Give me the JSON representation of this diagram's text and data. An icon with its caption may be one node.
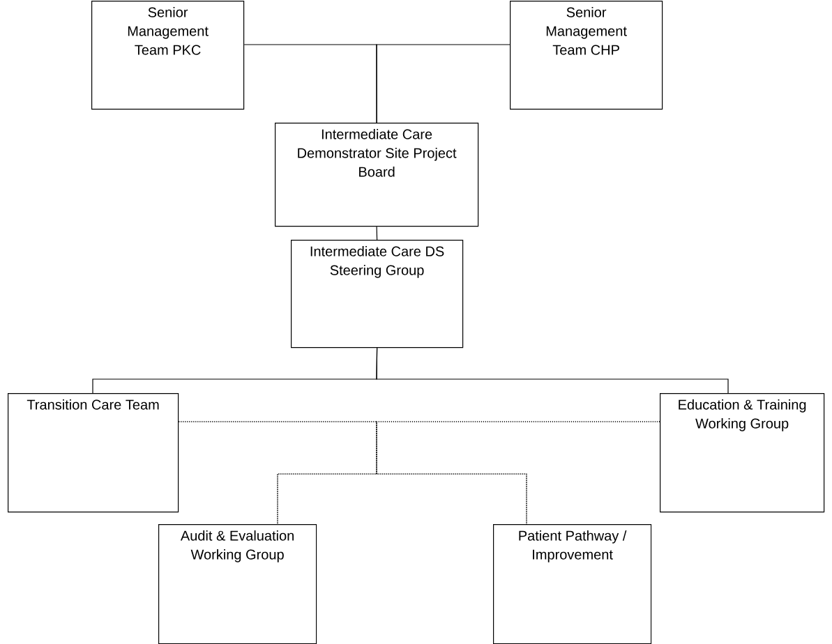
{
  "diagram": {
    "nodes": [
      {
        "text": [
          "Senior Management Team PKC"
        ]
      },
      {
        "text": [
          "Senior Management Team CHP"
        ]
      },
      {
        "text": [
          "Intermediate Care Demonstrator Site Project Board"
        ]
      },
      {
        "text": [
          "Intermediate Care DS Steering Group"
        ]
      },
      {
        "text": [
          "Transition Care Team"
        ]
      },
      {
        "text": [
          "Education & Training Working Group"
        ]
      },
      {
        "text": [
          "Audit & Evaluation Working Group"
        ]
      },
      {
        "text": [
          "Patient Pathway / Improvement"
        ]
      }
    ],
    "edges": [
      {
        "from": 0,
        "to": 2,
        "arrow": "none"
      },
      {
        "from": 1,
        "to": 2,
        "arrow": "none"
      },
      {
        "from": 2,
        "to": 3,
        "arrow": "none"
      },
      {
        "from": 3,
        "to": 4,
        "arrow": "none"
      },
      {
        "from": 3,
        "to": 5,
        "arrow": "none"
      },
      {
        "from": 4,
        "to": 6,
        "arrow": "none",
        "style": "dashed"
      },
      {
        "from": 4,
        "to": 7,
        "arrow": "none",
        "style": "dashed"
      },
      {
        "from": 5,
        "to": 6,
        "arrow": "none",
        "style": "dashed"
      },
      {
        "from": 5,
        "to": 7,
        "arrow": "none",
        "style": "dashed"
      }
    ]
  }
}
